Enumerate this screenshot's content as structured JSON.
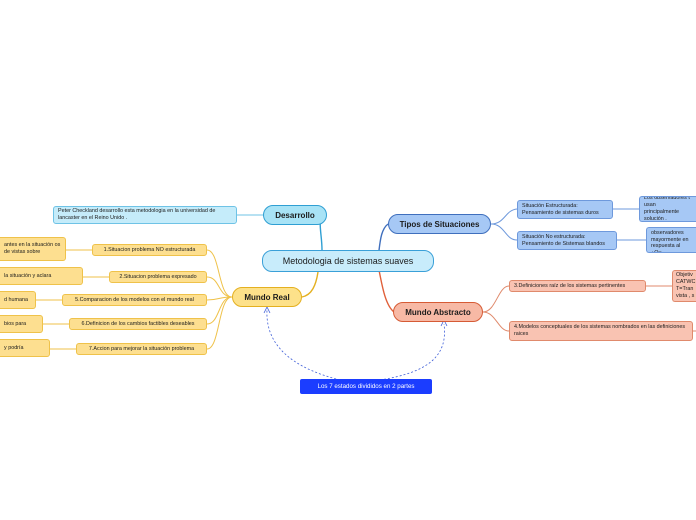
{
  "root": "Metodologia de sistemas suaves",
  "branches": {
    "desarrollo": {
      "label": "Desarrollo",
      "leaf": "Peter Checkland desarrollo esta metodologia en la universidad de lancaster en el  Reino Unido ."
    },
    "tipos": {
      "label": "Tipos de Situaciones",
      "children": [
        {
          "label": "Situación Estructurada: Pensamiento de sistemas duros",
          "detail": "Los observadores  t usan principalmente solución ."
        },
        {
          "label": "Situación No estructurada: Pensamiento de Sistemas blandos",
          "detail": "Los observadores mayormente en respuesta al ¿Qu"
        }
      ]
    },
    "real": {
      "label": "Mundo Real",
      "children": [
        {
          "label": "1.Situacion problema NO estructurada",
          "detail": "antes en la situación os de vistas sobre"
        },
        {
          "label": "2.Situacion problema expresado",
          "detail": "la situación y aclara"
        },
        {
          "label": "5.Comparacion de los modelos con el mundo real",
          "detail": "d humana"
        },
        {
          "label": "6.Definicion de los cambios factibles deseables",
          "detail": "bios para"
        },
        {
          "label": "7.Accion para mejorar la situación problema",
          "detail": "y podría"
        }
      ]
    },
    "abstracto": {
      "label": "Mundo Abstracto",
      "children": [
        {
          "label": "3.Definiciones raíz de los sistemas pertinentes",
          "detail": "Objetiv CATWC T=Tran vista , s"
        },
        {
          "label": "4.Modelos conceptuales de los sistemas nombrados en las definiciones raices",
          "detail": ""
        }
      ]
    }
  },
  "note": "Los 7 estados divididos en 2 partes",
  "colors": {
    "blue": "#3f6fbd",
    "cyan": "#2f9fd3",
    "yellow": "#e4b020",
    "red": "#e0603a",
    "note": "#1b3dff"
  }
}
